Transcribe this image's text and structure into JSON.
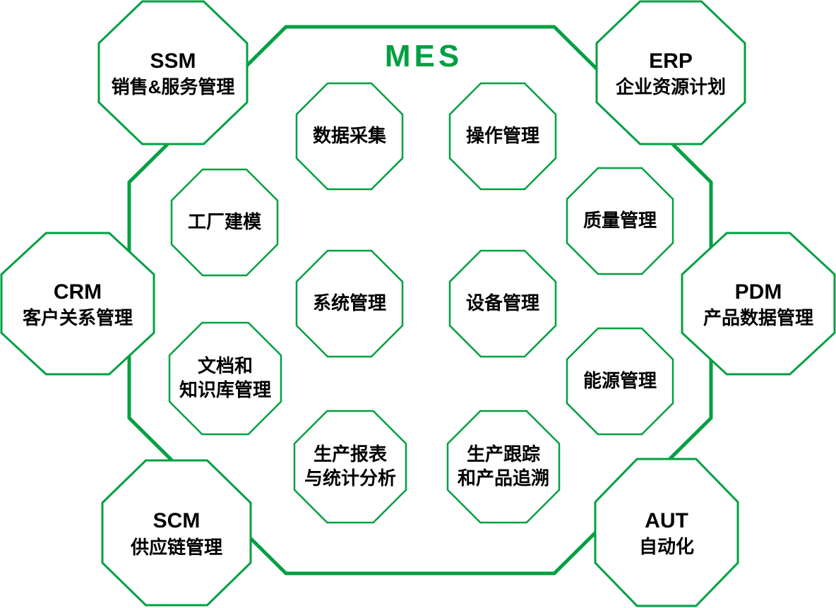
{
  "title": "MES",
  "colors": {
    "stroke_green": "#00A042",
    "title_green": "#00A042",
    "text": "#000000",
    "background": "#FFFFFF"
  },
  "outer_nodes": [
    {
      "id": "SSM",
      "acronym": "SSM",
      "name": "销售&服务管理"
    },
    {
      "id": "ERP",
      "acronym": "ERP",
      "name": "企业资源计划"
    },
    {
      "id": "CRM",
      "acronym": "CRM",
      "name": "客户关系管理"
    },
    {
      "id": "PDM",
      "acronym": "PDM",
      "name": "产品数据管理"
    },
    {
      "id": "SCM",
      "acronym": "SCM",
      "name": "供应链管理"
    },
    {
      "id": "AUT",
      "acronym": "AUT",
      "name": "自动化"
    }
  ],
  "inner_nodes": [
    {
      "label": "数据采集"
    },
    {
      "label": "操作管理"
    },
    {
      "label": "工厂建模"
    },
    {
      "label": "质量管理"
    },
    {
      "label": "系统管理"
    },
    {
      "label": "设备管理"
    },
    {
      "label": "文档和\n知识库管理"
    },
    {
      "label": "能源管理"
    },
    {
      "label": "生产报表\n与统计分析"
    },
    {
      "label": "生产跟踪\n和产品追溯"
    }
  ]
}
